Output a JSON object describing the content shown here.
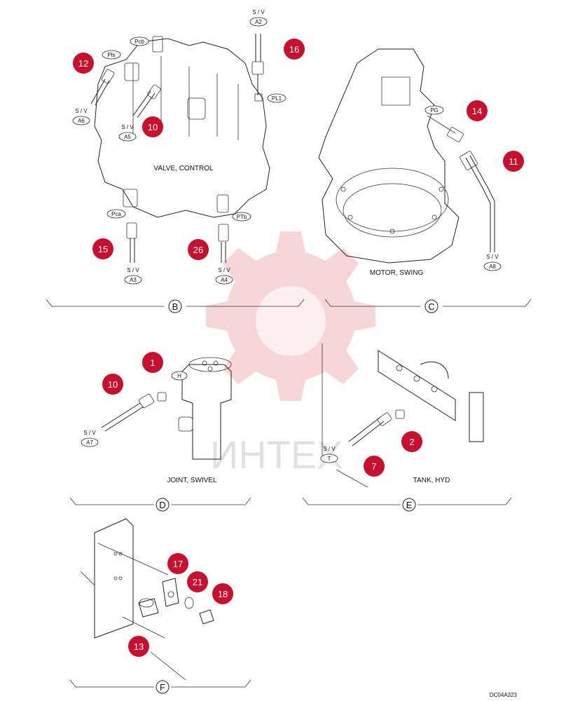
{
  "colors": {
    "callout": "#c8102e",
    "line": "#222222",
    "watermark": "#e8898f"
  },
  "watermark_text": "ИНТЕХ",
  "drawing_code": "DC04A323",
  "sections": {
    "B": {
      "letter": "B",
      "title": "VALVE, CONTROL"
    },
    "C": {
      "letter": "C",
      "title": "MOTOR, SWING"
    },
    "D": {
      "letter": "D",
      "title": "JOINT, SWIVEL"
    },
    "E": {
      "letter": "E",
      "title": "TANK, HYD"
    },
    "F": {
      "letter": "F",
      "title": ""
    }
  },
  "sv_tags": [
    {
      "prefix": "S / V",
      "code": "A2"
    },
    {
      "prefix": "S / V",
      "code": "A6"
    },
    {
      "prefix": "S / V",
      "code": "A5"
    },
    {
      "prefix": "S / V",
      "code": "A3"
    },
    {
      "prefix": "S / V",
      "code": "A4"
    },
    {
      "prefix": "S / V",
      "code": "A8"
    },
    {
      "prefix": "S / V",
      "code": "A7"
    },
    {
      "prefix": "S / V",
      "code": "T"
    }
  ],
  "port_tags": [
    "Pcb",
    "Pls",
    "PL1",
    "Pca",
    "PTb",
    "PG",
    "H"
  ],
  "callouts": [
    "16",
    "12",
    "10",
    "15",
    "26",
    "14",
    "11",
    "1",
    "10",
    "2",
    "7",
    "17",
    "21",
    "18",
    "13"
  ]
}
